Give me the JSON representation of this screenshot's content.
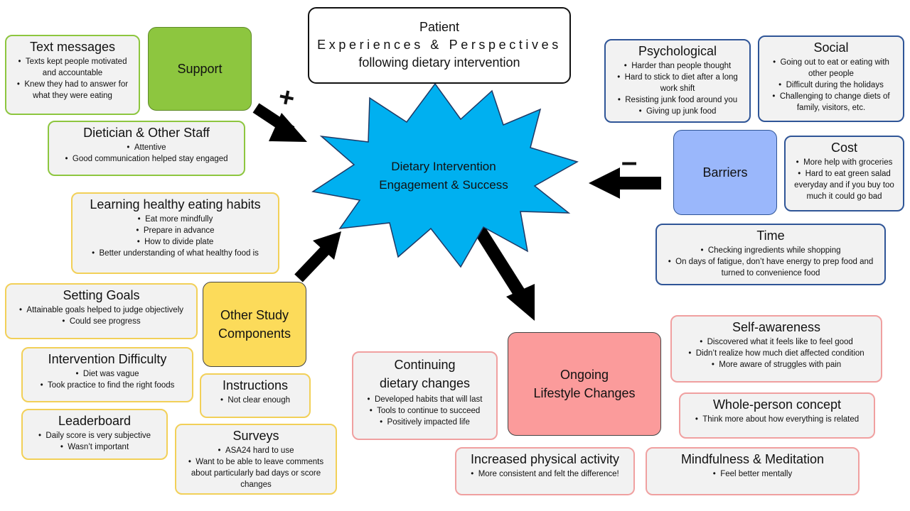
{
  "header": {
    "line1": "Patient",
    "line2": "Experiences & Perspectives",
    "line3": "following dietary intervention"
  },
  "center": {
    "line1": "Dietary Intervention",
    "line2": "Engagement & Success"
  },
  "signs": {
    "positive": "+",
    "negative": "–"
  },
  "hubs": {
    "support": "Support",
    "other_study": {
      "line1": "Other Study",
      "line2": "Components"
    },
    "barriers": "Barriers",
    "ongoing": {
      "line1": "Ongoing",
      "line2": "Lifestyle Changes"
    }
  },
  "boxes": {
    "text_messages": {
      "title": "Text messages",
      "items": [
        "Texts kept people motivated and accountable",
        "Knew they had to answer for what they were eating"
      ]
    },
    "dietician": {
      "title": "Dietician & Other Staff",
      "items": [
        "Attentive",
        "Good communication helped stay engaged"
      ]
    },
    "learning": {
      "title": "Learning healthy eating habits",
      "items": [
        "Eat more mindfully",
        "Prepare in advance",
        "How to divide plate",
        "Better  understanding of what healthy food is"
      ]
    },
    "goals": {
      "title": "Setting Goals",
      "items": [
        "Attainable goals helped to judge objectively",
        "Could see progress"
      ]
    },
    "difficulty": {
      "title": "Intervention  Difficulty",
      "items": [
        "Diet was vague",
        "Took practice to find the  right foods"
      ]
    },
    "instructions": {
      "title": "Instructions",
      "items": [
        "Not clear enough"
      ]
    },
    "leaderboard": {
      "title": "Leaderboard",
      "items": [
        "Daily score is very subjective",
        "Wasn’t important"
      ]
    },
    "surveys": {
      "title": "Surveys",
      "items": [
        "ASA24 hard to use",
        "Want to be able to leave comments about particularly bad days or score changes"
      ]
    },
    "psychological": {
      "title": "Psychological",
      "items": [
        "Harder than people thought",
        "Hard to stick to diet after a long work shift",
        "Resisting junk food around you",
        "Giving up junk food"
      ]
    },
    "social": {
      "title": "Social",
      "items": [
        "Going out to eat or eating with other people",
        "Difficult during the holidays",
        "Challenging to change diets of family, visitors, etc."
      ]
    },
    "cost": {
      "title": "Cost",
      "items": [
        "More help with groceries",
        "Hard to eat green salad everyday and if you buy too much it could go bad"
      ]
    },
    "time": {
      "title": "Time",
      "items": [
        "Checking ingredients while shopping",
        "On days of fatigue, don’t have energy to prep food and turned to convenience food"
      ]
    },
    "continuing": {
      "title": "Continuing dietary changes",
      "items": [
        "Developed habits that will last",
        "Tools to continue to succeed",
        "Positively impacted life"
      ]
    },
    "self_awareness": {
      "title": "Self-awareness",
      "items": [
        "Discovered what it feels like to feel good",
        "Didn’t realize how much diet affected condition",
        "More aware of struggles with pain"
      ]
    },
    "whole_person": {
      "title": "Whole-person  concept",
      "items": [
        "Think more about how everything is related"
      ]
    },
    "physical": {
      "title": "Increased  physical activity",
      "items": [
        "More consistent and felt the difference!"
      ]
    },
    "mindfulness": {
      "title": "Mindfulness & Meditation",
      "items": [
        "Feel better mentally"
      ]
    }
  },
  "colors": {
    "support_fill": "#8dc63f",
    "other_study_fill": "#fcdb5a",
    "barriers_fill": "#9ab7fb",
    "ongoing_fill": "#fb9b9b",
    "star_fill": "#00b0f0"
  }
}
